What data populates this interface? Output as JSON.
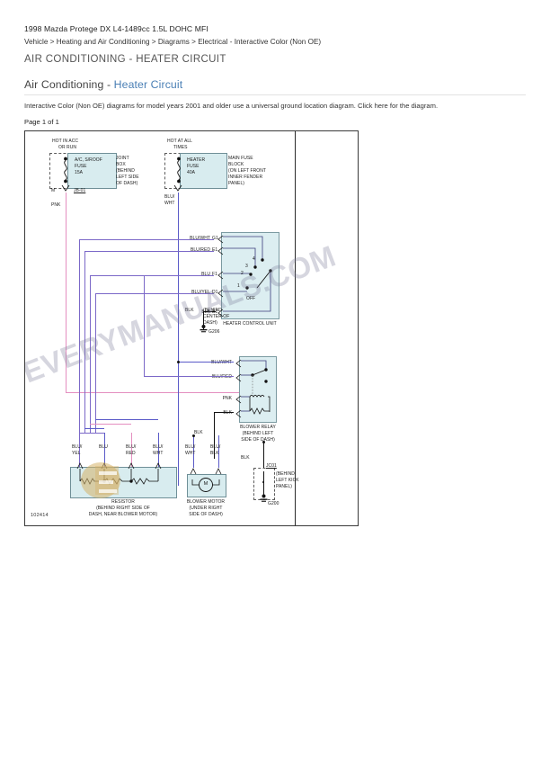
{
  "header": {
    "vehicle": "1998 Mazda Protege DX L4-1489cc 1.5L DOHC MFI",
    "breadcrumb": "Vehicle > Heating and Air Conditioning > Diagrams > Electrical - Interactive Color (Non OE)",
    "title": "AIR CONDITIONING - HEATER CIRCUIT"
  },
  "subtitle": {
    "prefix": "Air Conditioning",
    "separator": " - ",
    "accent": "Heater Circuit"
  },
  "note": "Interactive Color (Non OE) diagrams for model years 2001 and older use a universal ground location diagram. Click here for the diagram.",
  "page_of": "Page 1 of 1",
  "diagram": {
    "number": "102414",
    "watermark": "EVERYMANUALS.COM",
    "fuse_ac": {
      "condition_line1": "HOT IN ACC",
      "condition_line2": "OR RUN",
      "name_line1": "A/C, S/ROOF",
      "name_line2": "FUSE",
      "rating": "15A",
      "location_line1": "JOINT",
      "location_line2": "BOX",
      "location_line3": "(BEHIND",
      "location_line4": "LEFT SIDE",
      "location_line5": "OF DASH)",
      "terminal": "M",
      "connector": "JB-01",
      "out_wire_line1": "PNK"
    },
    "fuse_heater": {
      "condition_line1": "HOT AT ALL",
      "condition_line2": "TIMES",
      "name_line1": "HEATER",
      "name_line2": "FUSE",
      "rating": "40A",
      "location_line1": "MAIN FUSE",
      "location_line2": "BLOCK",
      "location_line3": "(ON LEFT FRONT",
      "location_line4": "INNER FENDER",
      "location_line5": "PANEL)",
      "out_wire_line1": "BLU/",
      "out_wire_line2": "WHT"
    },
    "control_unit": {
      "name": "HEATER CONTROL UNIT",
      "off_label": "OFF",
      "positions": [
        "1",
        "2",
        "3",
        "4"
      ],
      "pins": [
        {
          "wire": "BLU/WHT",
          "pin": "G1"
        },
        {
          "wire": "BLU/RED",
          "pin": "E1"
        },
        {
          "wire": "BLU",
          "pin": "F1"
        },
        {
          "wire": "BLU/YEL",
          "pin": "D1"
        },
        {
          "wire": "BLK",
          "pin": "B1"
        }
      ],
      "ground_wire": "BLK",
      "ground_loc_line1": "(BEHIND",
      "ground_loc_line2": "CENTER OF",
      "ground_loc_line3": "DASH)",
      "ground_name": "G206"
    },
    "blower_relay": {
      "name_line1": "BLOWER RELAY",
      "name_line2": "(BEHIND LEFT",
      "name_line3": "SIDE OF DASH)",
      "pins": [
        {
          "wire": "BLU/WHT"
        },
        {
          "wire": "BLU/RED"
        },
        {
          "wire": "PNK"
        },
        {
          "wire": "BLK"
        }
      ]
    },
    "resistor": {
      "name_line1": "RESISTOR",
      "name_line2": "(BEHIND RIGHT SIDE OF",
      "name_line3": "DASH, NEAR BLOWER MOTOR)",
      "terminals": [
        {
          "line1": "BLU/",
          "line2": "YEL"
        },
        {
          "line1": "BLU",
          "line2": ""
        },
        {
          "line1": "BLU/",
          "line2": "RED"
        },
        {
          "line1": "BLU/",
          "line2": "WHT"
        }
      ]
    },
    "blower_motor": {
      "name_line1": "BLOWER MOTOR",
      "name_line2": "(UNDER RIGHT",
      "name_line3": "SIDE OF DASH)",
      "symbol": "M",
      "terminals": [
        {
          "line1": "BLU/",
          "line2": "WHT"
        },
        {
          "line1": "BLU/",
          "line2": "BLK"
        }
      ]
    },
    "ground_joint": {
      "wire": "BLK",
      "connector": "JC01",
      "loc_line1": "(BEHIND",
      "loc_line2": "LEFT KICK",
      "loc_line3": "PANEL)",
      "name": "G200"
    }
  },
  "colors": {
    "accent": "#4a7fb5",
    "wire_pink": "#e48fc0",
    "wire_blue": "#5a5ac8",
    "wire_black": "#111111",
    "box_fill": "#d8ecef",
    "box_stroke": "#6f8f97"
  }
}
